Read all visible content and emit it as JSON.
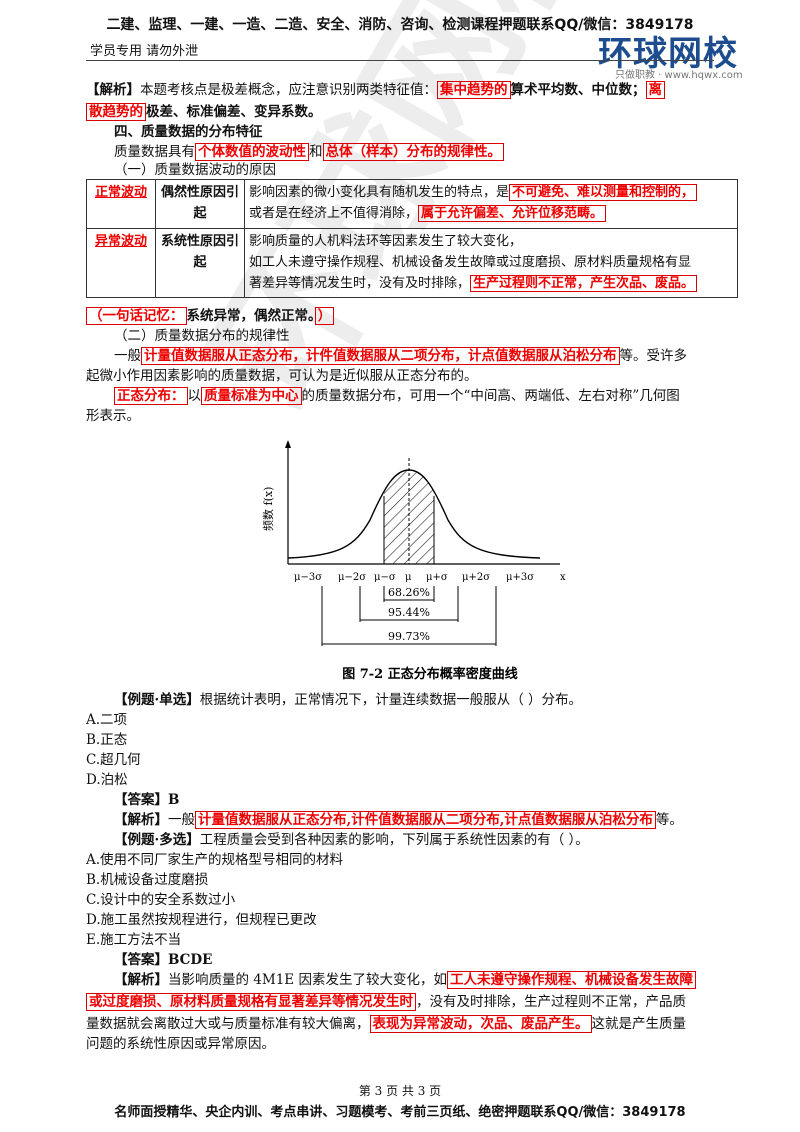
{
  "header": {
    "top": "二建、监理、一建、一造、二造、安全、消防、咨询、检测课程押题联系QQ/微信：3849178",
    "left": "学员专用 请勿外泄",
    "logo": "环球网校",
    "logo_sub": "只做职教 · www.hqwx.com"
  },
  "p1": {
    "a": "【解析】",
    "b": "本题考核点是极差概念，应注意识别两类特征值：",
    "h1": "集中趋势的",
    "c": "算术平均数、中位数；",
    "h2a": "离",
    "h2b": "散趋势的",
    "d": "极差、标准偏差、变异系数。"
  },
  "sec4": "四、质量数据的分布特征",
  "p2": {
    "a": "质量数据具有",
    "h1": "个体数值的波动性",
    "b": "和",
    "h2": "总体（样本）分布的规律性。"
  },
  "sub1": "（一）质量数据波动的原因",
  "table": {
    "r1": {
      "type": "正常波动",
      "cause": "偶然性原因引起",
      "d1": "影响因素的微小变化具有随机发生的特点，是",
      "h1": "不可避免、难以测量和控制的，",
      "d2": "或者是在经济上不值得消除，",
      "h2": "属于允许偏差、允许位移范畴。"
    },
    "r2": {
      "type": "异常波动",
      "cause": "系统性原因引起",
      "d1": "影响质量的人机料法环等因素发生了较大变化，",
      "d2": "如工人未遵守操作规程、机械设备发生故障或过度磨损、原材料质量规格有显",
      "d3": "著差异等情况发生时，没有及时排除，",
      "h1": "生产过程则不正常，产生次品、废品。"
    }
  },
  "memo": {
    "a": "（一句话记忆：",
    "b": "系统异常，偶然正常。",
    "c": "）"
  },
  "sub2": "（二）质量数据分布的规律性",
  "p3": {
    "a": "一般",
    "h": "计量值数据服从正态分布，计件值数据服从二项分布，计点值数据服从泊松分布",
    "b": "等。受许多",
    "c": "起微小作用因素影响的质量数据，可认为是近似服从正态分布的。"
  },
  "p4": {
    "h1": "正态分布：",
    "a": "以",
    "h2": "质量标准为中心",
    "b": "的质量数据分布，可用一个“中间高、两端低、左右对称”几何图",
    "c": "形表示。"
  },
  "figure": {
    "ylabel": "频数 f(x)",
    "ticks": [
      "μ−3σ",
      "μ−2σ",
      "μ−σ",
      "μ",
      "μ+σ",
      "μ+2σ",
      "μ+3σ",
      "x"
    ],
    "p1": "68.26%",
    "p2": "95.44%",
    "p3": "99.73%",
    "caption": "图 7-2  正态分布概率密度曲线"
  },
  "q1": {
    "title": "【例题·单选】",
    "stem": "根据统计表明，正常情况下，计量连续数据一般服从（    ）分布。",
    "opts": [
      "A.二项",
      "B.正态",
      "C.超几何",
      "D.泊松"
    ],
    "ans": "【答案】B"
  },
  "a1": {
    "a": "【解析】",
    "b": "一般",
    "h": "计量值数据服从正态分布,计件值数据服从二项分布,计点值数据服从泊松分布",
    "c": "等。"
  },
  "q2": {
    "title": "【例题·多选】",
    "stem": "工程质量会受到各种因素的影响，下列属于系统性因素的有（    ）。",
    "opts": [
      "A.使用不同厂家生产的规格型号相同的材料",
      "B.机械设备过度磨损",
      "C.设计中的安全系数过小",
      "D.施工虽然按规程进行，但规程已更改",
      "E.施工方法不当"
    ],
    "ans": "【答案】BCDE"
  },
  "a2": {
    "a": "【解析】",
    "b": "当影响质量的 4M1E 因素发生了较大变化，如",
    "h1a": "工人未遵守操作规程、机械设备发生故障",
    "h1b": "或过度磨损、原材料质量规格有显著差异等情况发生时",
    "c": "，没有及时排除，生产过程则不正常，产品质",
    "d": "量数据就会离散过大或与质量标准有较大偏离，",
    "h2": "表现为异常波动，次品、废品产生。",
    "e": "这就是产生质量",
    "f": "问题的系统性原因或异常原因。"
  },
  "pageno": "第 3 页 共 3 页",
  "footer": "名师面授精华、央企内训、考点串讲、习题模考、考前三页纸、绝密押题联系QQ/微信：3849178",
  "watermark": "环球网校"
}
